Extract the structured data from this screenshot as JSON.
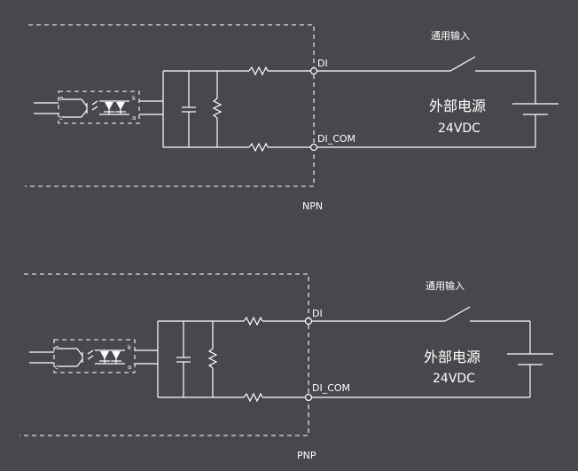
{
  "npn": {
    "label": "NPN",
    "di": "DI",
    "di_com": "DI_COM",
    "switch_label": "通用输入",
    "power_label": "外部电源",
    "voltage": "24VDC",
    "pins": {
      "e": "e",
      "c": "c",
      "k": "k",
      "a": "a"
    }
  },
  "pnp": {
    "label": "PNP",
    "di": "DI",
    "di_com": "DI_COM",
    "switch_label": "通用输入",
    "power_label": "外部电源",
    "voltage": "24VDC",
    "pins": {
      "e": "e",
      "c": "c",
      "k": "k",
      "a": "a"
    }
  },
  "colors": {
    "background": "#48474c",
    "line": "#ffffff"
  }
}
